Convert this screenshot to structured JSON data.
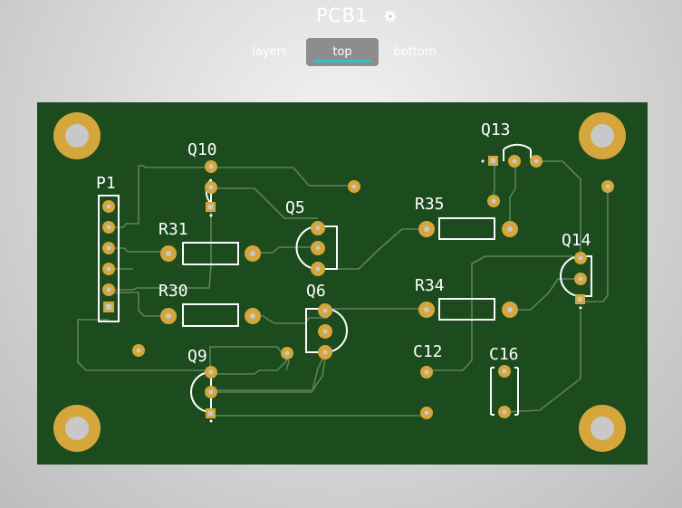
{
  "header": {
    "title": "PCB1",
    "settings_icon": "gear-icon"
  },
  "tabs": [
    {
      "label": "layers"
    },
    {
      "label": "top",
      "active": true
    },
    {
      "label": "bottom"
    }
  ],
  "colors": {
    "board": "#1c4b1e",
    "trace": "#5d8455",
    "copper": "#d4a63c",
    "silkscreen": "#ffffff",
    "accent": "#34c3c3"
  },
  "components": {
    "P1": "P1",
    "Q10": "Q10",
    "Q5": "Q5",
    "Q6": "Q6",
    "Q9": "Q9",
    "Q13": "Q13",
    "Q14": "Q14",
    "R31": "R31",
    "R30": "R30",
    "R35": "R35",
    "R34": "R34",
    "C12": "C12",
    "C16": "C16"
  }
}
